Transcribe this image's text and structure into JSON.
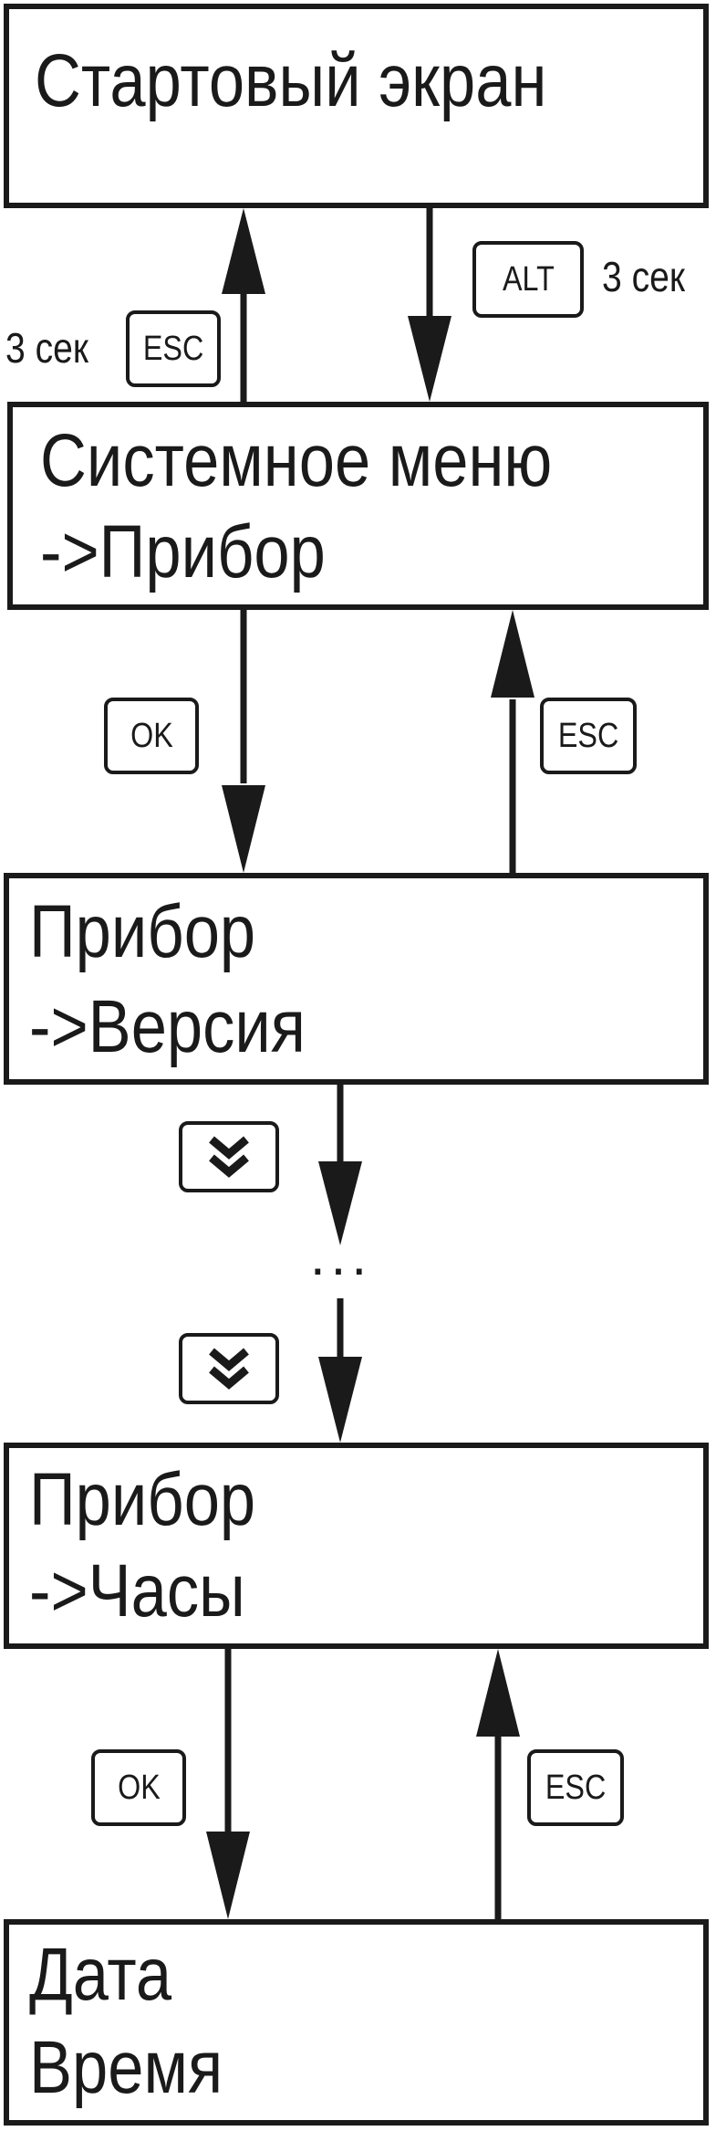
{
  "screens": {
    "start": {
      "line1": "Стартовый экран"
    },
    "system_menu": {
      "line1": "Системное меню",
      "line2": "->Прибор"
    },
    "device_version": {
      "line1": "Прибор",
      "line2": "->Версия"
    },
    "device_clock": {
      "line1": "Прибор",
      "line2": "->Часы"
    },
    "date_time": {
      "line1": "Дата",
      "line2": "Время"
    }
  },
  "keys": {
    "alt": "ALT",
    "esc": "ESC",
    "ok": "OK"
  },
  "labels": {
    "hold_alt": "3 сек",
    "hold_esc": "3 сек",
    "ellipsis": "..."
  },
  "colors": {
    "stroke": "#1a1a1a",
    "background": "#ffffff"
  },
  "icons": {
    "scroll_down": "double-chevron-down-icon"
  }
}
